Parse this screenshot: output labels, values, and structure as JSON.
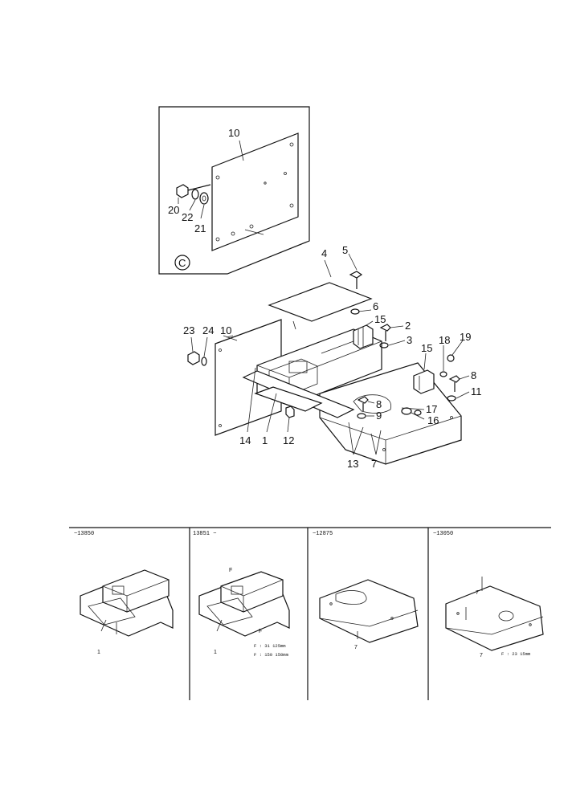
{
  "detail_c": {
    "marker": "C",
    "labels": {
      "n10": "10",
      "n20": "20",
      "n22": "22",
      "n21": "21"
    }
  },
  "main": {
    "labels": {
      "n4": "4",
      "n5": "5",
      "n6": "6",
      "n15a": "15",
      "n2": "2",
      "n3": "3",
      "n15b": "15",
      "n18": "18",
      "n19": "19",
      "n8a": "8",
      "n11": "11",
      "n8b": "8",
      "n17": "17",
      "n9": "9",
      "n16": "16",
      "n23": "23",
      "n24": "24",
      "n10": "10",
      "n14": "14",
      "n1": "1",
      "n12": "12",
      "n13": "13",
      "n7": "7"
    }
  },
  "variants": [
    {
      "header": "~13850",
      "labels": [
        "1"
      ],
      "notes": []
    },
    {
      "header": "13851 ~",
      "labels": [
        "1",
        "F",
        "F"
      ],
      "notes": [
        "F : 31 125mm",
        "F : 150 150mm"
      ]
    },
    {
      "header": "~12875",
      "labels": [
        "7"
      ],
      "notes": []
    },
    {
      "header": "~13050",
      "labels": [
        "7",
        "7"
      ],
      "notes": [
        "F : 23 15mm"
      ]
    }
  ]
}
